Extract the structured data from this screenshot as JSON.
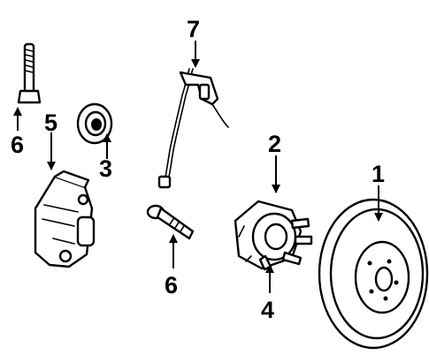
{
  "callouts": {
    "c1": "1",
    "c2": "2",
    "c3": "3",
    "c4": "4",
    "c5": "5",
    "c6a": "6",
    "c6b": "6",
    "c7": "7"
  },
  "colors": {
    "line": "#000000",
    "background": "#ffffff"
  }
}
